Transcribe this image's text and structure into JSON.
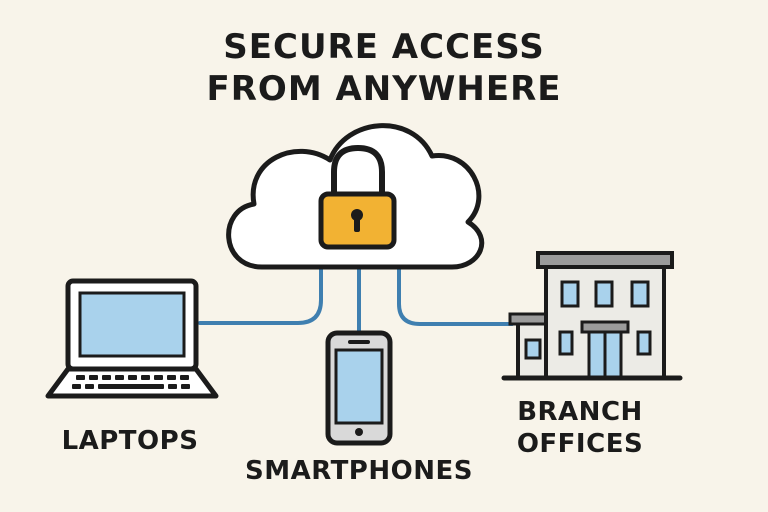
{
  "title": {
    "line1": "SECURE ACCESS",
    "line2": "FROM ANYWHERE"
  },
  "nodes": {
    "laptops": "LAPTOPS",
    "smartphones": "SMARTPHONES",
    "branch_offices_line1": "BRANCH",
    "branch_offices_line2": "OFFICES"
  },
  "icons": {
    "center": "cloud-icon",
    "lock": "padlock-icon",
    "laptop": "laptop-icon",
    "phone": "smartphone-icon",
    "building": "office-building-icon"
  },
  "colors": {
    "background": "#f8f4ea",
    "outline": "#1b1b1b",
    "connector": "#3f7fb0",
    "screen": "#a9d2ec",
    "lock": "#f2b233",
    "building": "#ecebe6"
  }
}
